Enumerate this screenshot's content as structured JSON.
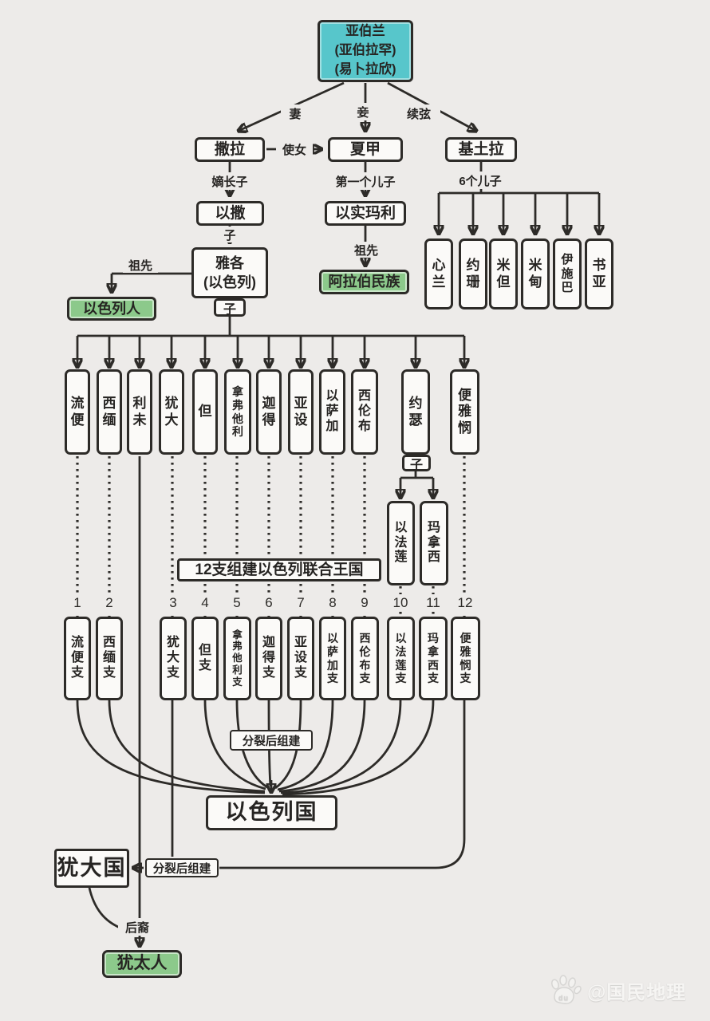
{
  "root": {
    "line1": "亚伯兰",
    "line2": "(亚伯拉罕)",
    "line3": "(易卜拉欣)"
  },
  "wives": {
    "sarah": "撒拉",
    "hagar": "夏甲",
    "keturah": "基土拉"
  },
  "labels": {
    "wife": "妻",
    "concubine": "妾",
    "remarriage": "续弦",
    "maidservant": "使女",
    "legit_eldest_son": "嫡长子",
    "first_son": "第一个儿子",
    "six_sons": "6个儿子",
    "son": "子",
    "ancestor": "祖先",
    "split_regroup": "分裂后组建",
    "descendants": "后裔"
  },
  "nodes": {
    "isaac": "以撒",
    "ishmael": "以实玛利",
    "jacob_line1": "雅各",
    "jacob_line2": "(以色列)",
    "israelites": "以色列人",
    "arab_nation": "阿拉伯民族",
    "union_banner": "12支组建以色列联合王国",
    "israel_kingdom": "以色列国",
    "judah_kingdom": "犹大国",
    "jews": "犹太人"
  },
  "keturah_sons": [
    "心兰",
    "约珊",
    "米但",
    "米甸",
    "伊施巴",
    "书亚"
  ],
  "jacob_sons": [
    "流便",
    "西缅",
    "利未",
    "犹大",
    "但",
    "拿弗他利",
    "迦得",
    "亚设",
    "以萨加",
    "西伦布",
    "约瑟",
    "便雅悯"
  ],
  "joseph_sons": [
    "以法莲",
    "玛拿西"
  ],
  "tribes": [
    {
      "num": "1",
      "name": "流便支"
    },
    {
      "num": "2",
      "name": "西缅支"
    },
    {
      "num": "3",
      "name": "犹大支"
    },
    {
      "num": "4",
      "name": "但支"
    },
    {
      "num": "5",
      "name": "拿弗他利支"
    },
    {
      "num": "6",
      "name": "迦得支"
    },
    {
      "num": "7",
      "name": "亚设支"
    },
    {
      "num": "8",
      "name": "以萨加支"
    },
    {
      "num": "9",
      "name": "西伦布支"
    },
    {
      "num": "10",
      "name": "以法莲支"
    },
    {
      "num": "11",
      "name": "玛拿西支"
    },
    {
      "num": "12",
      "name": "便雅悯支"
    }
  ],
  "watermark": {
    "handle": "@国民地理",
    "logo_text": "du"
  },
  "palette": {
    "teal": "#57c6cb",
    "green": "#8cc98b",
    "line": "#2d2b28",
    "background": "#edebe9"
  }
}
